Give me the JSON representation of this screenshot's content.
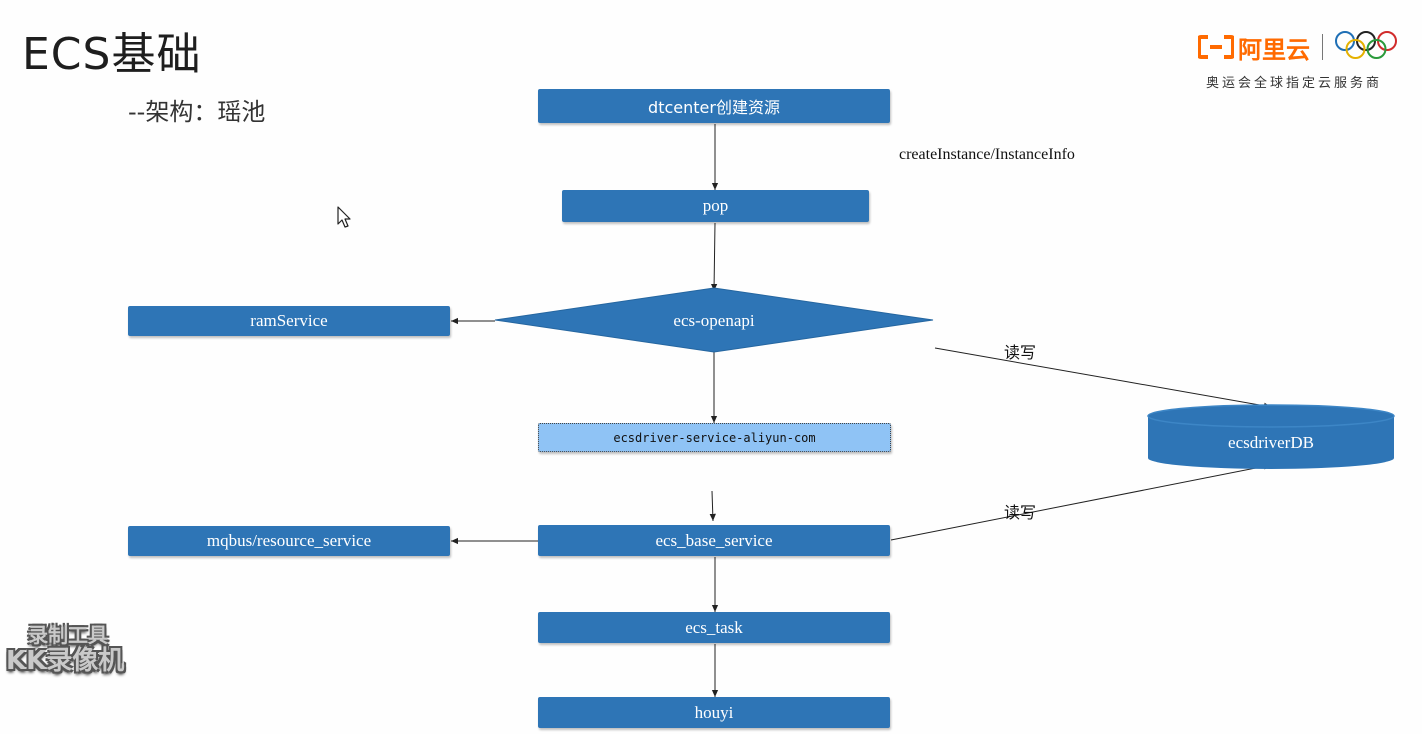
{
  "slide": {
    "title": "ECS基础",
    "subtitle": "--架构：瑶池"
  },
  "logo": {
    "brand": "阿里云",
    "caption": "奥运会全球指定云服务商"
  },
  "nodes": {
    "dtcenter": "dtcenter创建资源",
    "pop": "pop",
    "ecs_openapi": "ecs-openapi",
    "ram_service": "ramService",
    "ecsdriver_service": "ecsdriver-service-aliyun-com",
    "ecsdriver_db": "ecsdriverDB",
    "mqbus": "mqbus/resource_service",
    "ecs_base_service": "ecs_base_service",
    "ecs_task": "ecs_task",
    "houyi": "houyi"
  },
  "edge_labels": {
    "create_instance": "createInstance/InstanceInfo",
    "read_write_1": "读写",
    "read_write_2": "读写"
  },
  "watermark": {
    "line1": "录制工具",
    "line2": "KK录像机"
  },
  "colors": {
    "box_fill": "#2e75b6",
    "highlight_box_fill": "#8fc3f5",
    "brand_orange": "#ff6a00",
    "arrow": "#222222"
  }
}
